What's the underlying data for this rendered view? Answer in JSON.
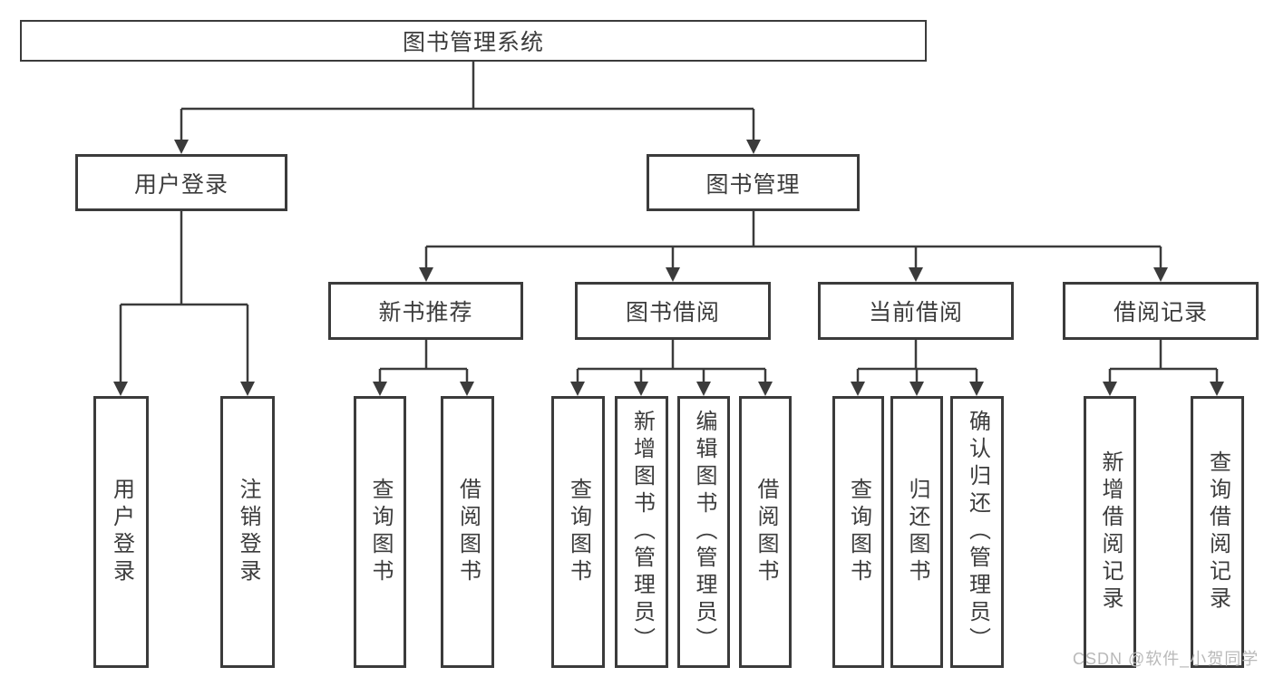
{
  "colors": {
    "line": "#3b3b3b",
    "text": "#3c3c3c",
    "background": "#ffffff",
    "watermark": "#b9b9b9"
  },
  "watermark": "CSDN @软件_小贺同学",
  "tree": {
    "label": "图书管理系统",
    "children": [
      {
        "label": "用户登录",
        "children": [
          {
            "label": "用户登录"
          },
          {
            "label": "注销登录"
          }
        ]
      },
      {
        "label": "图书管理",
        "children": [
          {
            "label": "新书推荐",
            "children": [
              {
                "label": "查询图书"
              },
              {
                "label": "借阅图书"
              }
            ]
          },
          {
            "label": "图书借阅",
            "children": [
              {
                "label": "查询图书"
              },
              {
                "label": "新增图书（管理员）"
              },
              {
                "label": "编辑图书（管理员）"
              },
              {
                "label": "借阅图书"
              }
            ]
          },
          {
            "label": "当前借阅",
            "children": [
              {
                "label": "查询图书"
              },
              {
                "label": "归还图书"
              },
              {
                "label": "确认归还（管理员）"
              }
            ]
          },
          {
            "label": "借阅记录",
            "children": [
              {
                "label": "新增借阅记录"
              },
              {
                "label": "查询借阅记录"
              }
            ]
          }
        ]
      }
    ]
  }
}
